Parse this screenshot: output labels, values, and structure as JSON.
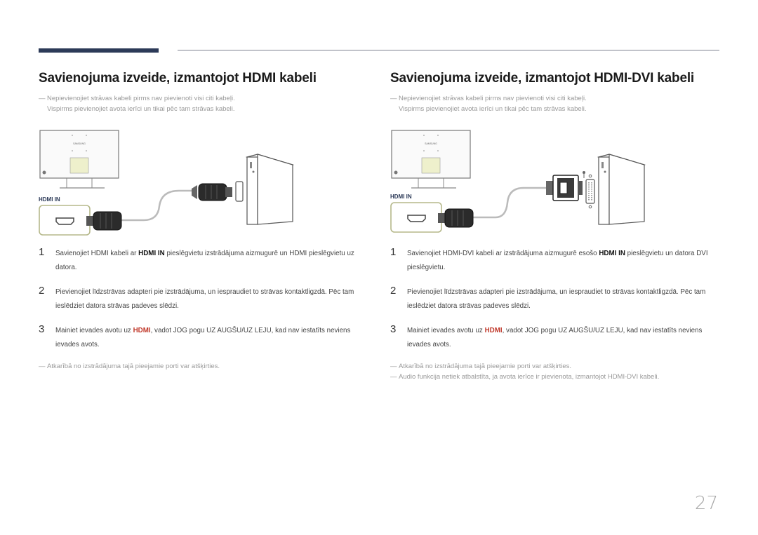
{
  "left": {
    "title": "Savienojuma izveide, izmantojot HDMI kabeli",
    "note_line1": "Nepievienojiet strāvas kabeli pirms nav pievienoti visi citi kabeļi.",
    "note_line2": "Vispirms pievienojiet avota ierīci un tikai pēc tam strāvas kabeli.",
    "port_label": "HDMI IN",
    "steps": [
      {
        "num": "1",
        "pre": "Savienojiet HDMI kabeli ar ",
        "bold": "HDMI IN",
        "post": " pieslēgvietu izstrādājuma aizmugurē un HDMI pieslēgvietu uz datora."
      },
      {
        "num": "2",
        "text": "Pievienojiet līdzstrāvas adapteri pie izstrādājuma, un iespraudiet to strāvas kontaktligzdā. Pēc tam ieslēdziet datora strāvas padeves slēdzi."
      },
      {
        "num": "3",
        "pre": "Mainiet ievades avotu uz ",
        "bold": "HDMI",
        "post": ", vadot JOG pogu UZ AUGŠU/UZ LEJU, kad nav iestatīts neviens ievades avots."
      }
    ],
    "tail_notes": [
      "Atkarībā no izstrādājuma tajā pieejamie porti var atšķirties."
    ]
  },
  "right": {
    "title": "Savienojuma izveide, izmantojot HDMI-DVI kabeli",
    "note_line1": "Nepievienojiet strāvas kabeli pirms nav pievienoti visi citi kabeļi.",
    "note_line2": "Vispirms pievienojiet avota ierīci un tikai pēc tam strāvas kabeli.",
    "port_label": "HDMI IN",
    "steps": [
      {
        "num": "1",
        "pre": "Savienojiet HDMI-DVI kabeli ar izstrādājuma aizmugurē esošo ",
        "bold": "HDMI IN",
        "post": " pieslēgvietu un datora DVI pieslēgvietu."
      },
      {
        "num": "2",
        "text": "Pievienojiet līdzstrāvas adapteri pie izstrādājuma, un iespraudiet to strāvas kontaktligzdā. Pēc tam ieslēdziet datora strāvas padeves slēdzi."
      },
      {
        "num": "3",
        "pre": "Mainiet ievades avotu uz ",
        "bold": "HDMI",
        "post": ", vadot JOG pogu UZ AUGŠU/UZ LEJU, kad nav iestatīts neviens ievades avots."
      }
    ],
    "tail_notes": [
      "Atkarībā no izstrādājuma tajā pieejamie porti var atšķirties.",
      "Audio funkcija netiek atbalstīta, ja avota ierīce ir pievienota, izmantojot HDMI-DVI kabeli."
    ]
  },
  "brand": "SAMSUNG",
  "page_number": "27",
  "colors": {
    "accent_bar": "#2c3a58",
    "highlight": "#c0392b",
    "frame": "#b5b88a"
  }
}
